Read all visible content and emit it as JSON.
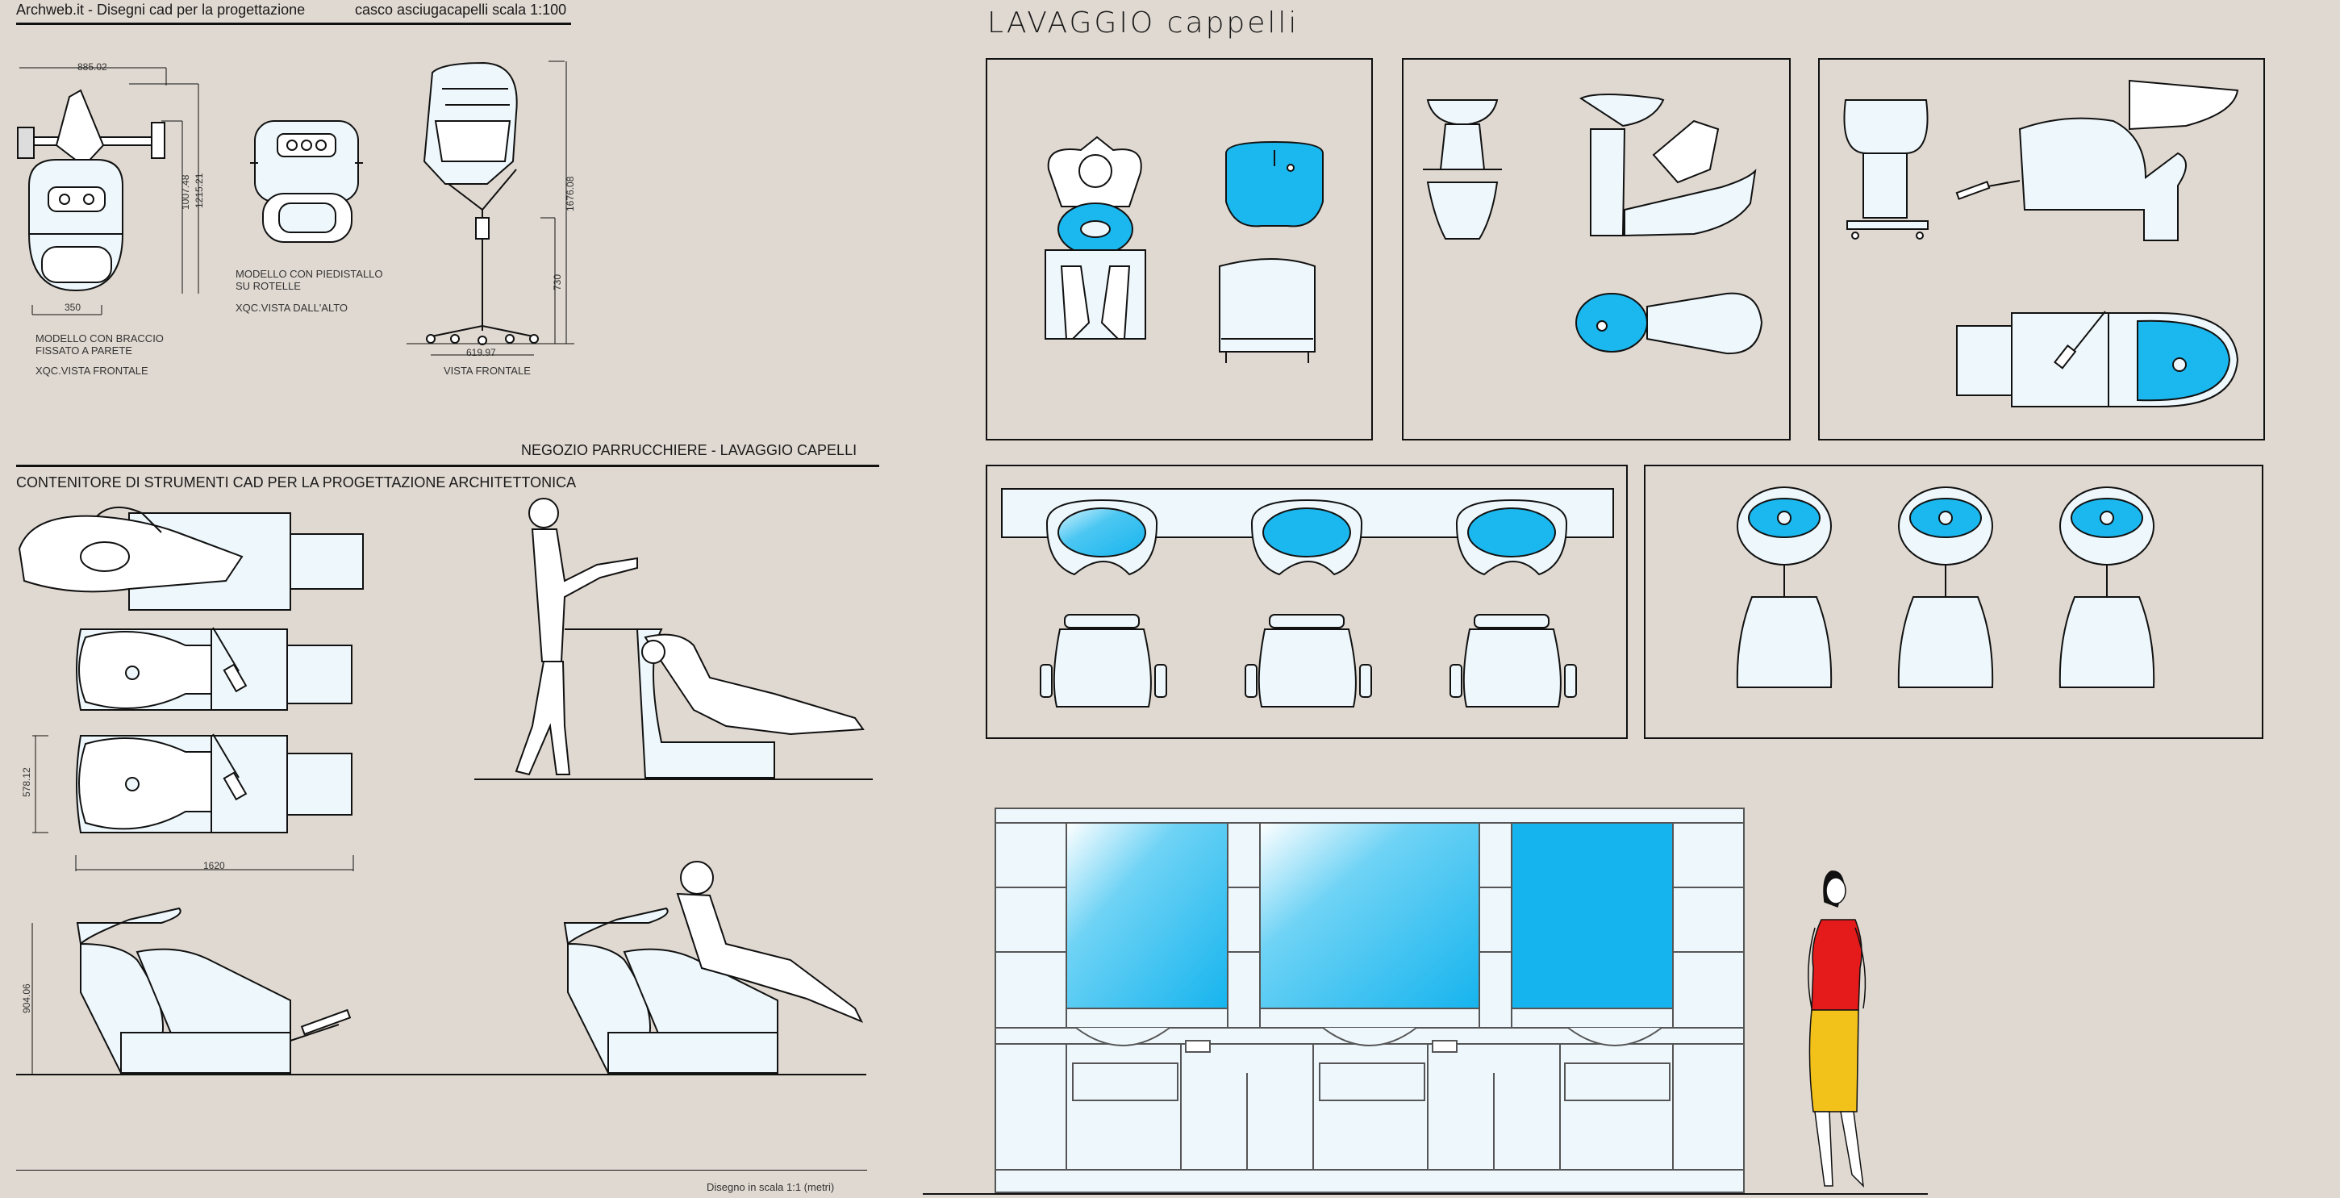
{
  "header": {
    "site_title": "Archweb.it - Disegni cad per la progettazione",
    "drawing_subject": "casco asciugacapelli  scala 1:100"
  },
  "dryers": {
    "dim_width": "885.02",
    "dim_height_a": "1007.48",
    "dim_height_b": "1215.21",
    "dim_base": "350",
    "dim_stand_height": "730",
    "dim_total_height": "1676.08",
    "dim_stand_base": "619.97",
    "wall_caption": "MODELLO CON BRACCIO FISSATO A PARETE",
    "wall_view": "XQC.VISTA FRONTALE",
    "wheel_caption": "MODELLO CON PIEDISTALLO SU ROTELLE",
    "wheel_view": "XQC.VISTA DALL'ALTO",
    "stand_caption": "VISTA FRONTALE"
  },
  "section": {
    "title": "NEGOZIO PARRUCCHIERE - LAVAGGIO CAPELLI",
    "subtitle": "CONTENITORE DI STRUMENTI CAD PER LA PROGETTAZIONE ARCHITETTONICA",
    "dim_depth": "578.12",
    "dim_length": "1620",
    "dim_height": "904.06",
    "scale_note": "Disegno in scala 1:1 (metri)"
  },
  "right": {
    "title": "LAVAGGIO  cappelli"
  },
  "colors": {
    "background": "#e0d9d1",
    "basin_blue": "#1ab8ef",
    "fixture_fill": "#eef8fc",
    "figure_top": "#e51a1a",
    "figure_skirt": "#f2c21a",
    "line": "#111111"
  }
}
